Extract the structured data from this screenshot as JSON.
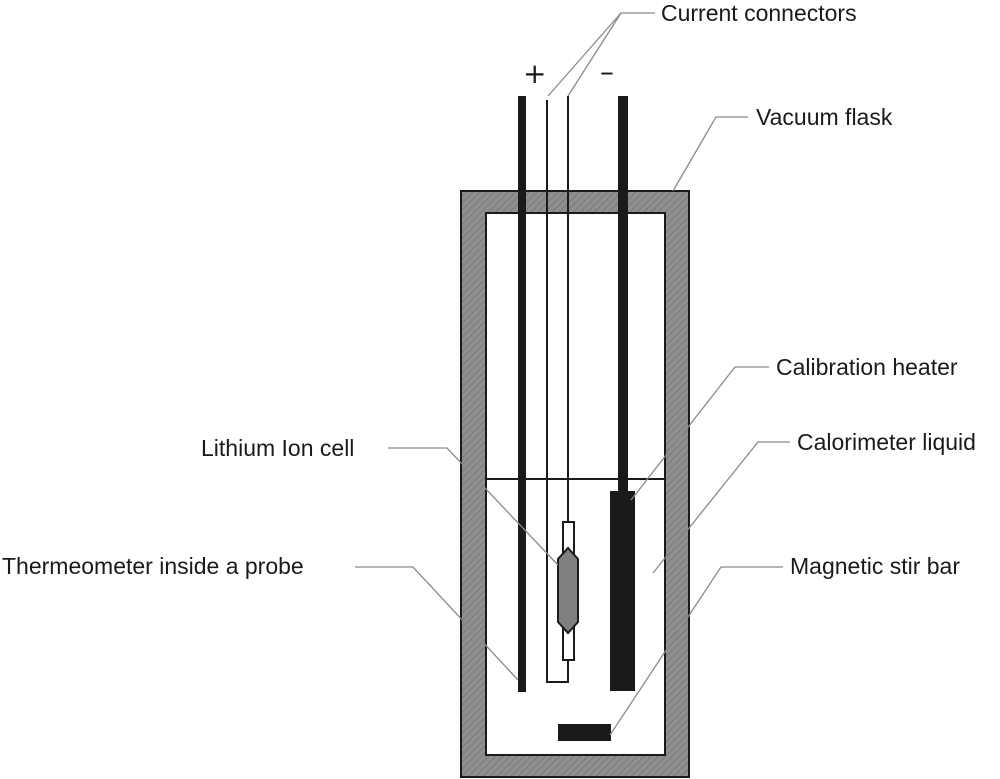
{
  "labels": {
    "current_connectors": "Current connectors",
    "vacuum_flask": "Vacuum flask",
    "calibration_heater": "Calibration heater",
    "calorimeter_liquid": "Calorimeter liquid",
    "lithium_ion_cell": "Lithium Ion cell",
    "thermometer_probe": "Thermeometer inside a probe",
    "magnetic_stir_bar": "Magnetic stir bar"
  },
  "polarity": {
    "positive": "+",
    "negative": "–"
  },
  "colors": {
    "flask_wall": "#8c8c8c",
    "flask_hatch": "#6e6e6e",
    "outline": "#1a1a1a",
    "leader_line": "#8a8a8a",
    "cell_fill": "#7f7f7f",
    "liquid_level": "#1a1a1a"
  }
}
